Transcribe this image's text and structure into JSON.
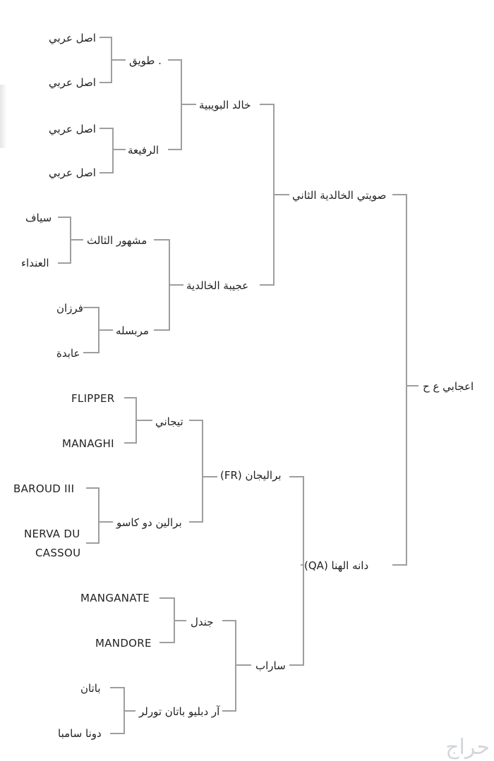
{
  "tree": {
    "root": "اعجابي ع ح",
    "sire": {
      "name": "صويتي الخالدية الثاني",
      "sire": {
        "name": "خالد البويبية",
        "sire": {
          "name": ". طويق",
          "sire": "اصل عربي",
          "dam": "اصل عربي"
        },
        "dam": {
          "name": "الرفيعة",
          "sire": "اصل عربي",
          "dam": "اصل عربي"
        }
      },
      "dam": {
        "name": "عجيبة الخالدية",
        "sire": {
          "name": "مشهور الثالث",
          "sire": "سياف",
          "dam": "العنداء"
        },
        "dam": {
          "name": "مربسله",
          "sire": "فرزان",
          "dam": "عابدة"
        }
      }
    },
    "dam": {
      "name": "دانه الهنا (QA)",
      "sire": {
        "name": "براليجان (FR)",
        "sire": {
          "name": "تيجاني",
          "sire": "FLIPPER",
          "dam": "MANAGHI"
        },
        "dam": {
          "name": "برالين دو كاسو",
          "sire": "BAROUD III",
          "dam_line1": "NERVA DU",
          "dam_line2": "CASSOU"
        }
      },
      "dam": {
        "name": "ساراب",
        "sire": {
          "name": "جندل",
          "sire": "MANGANATE",
          "dam": "MANDORE"
        },
        "dam": {
          "name": "آر دبليو باتان تورلر",
          "sire": "باتان",
          "dam": "دونا سامبا"
        }
      }
    }
  },
  "colors": {
    "line": "#9e9e9e",
    "text": "#222222",
    "watermark": "#d2d6da"
  },
  "watermark": {
    "icon": "haraj-logo-icon",
    "text": "حراج"
  }
}
